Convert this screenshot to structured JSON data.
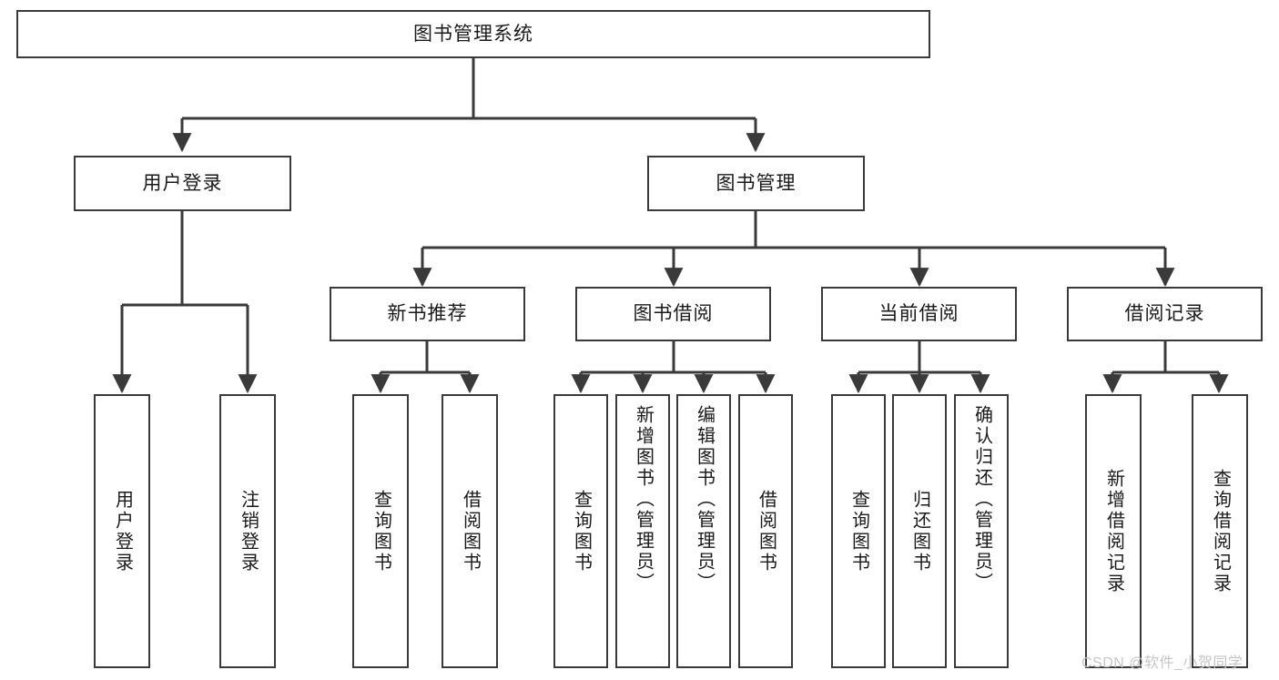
{
  "diagram": {
    "title": "图书管理系统",
    "watermark": "CSDN @软件_小贺同学",
    "line_color": "#3a3a3a",
    "box_border_color": "#3a3a3a",
    "box_fill_color": "#ffffff",
    "background_color": "#ffffff",
    "watermark_color": "#c6c6c6"
  },
  "nodes": {
    "root": {
      "label": "图书管理系统"
    },
    "level2": [
      {
        "label": "用户登录"
      },
      {
        "label": "图书管理"
      }
    ],
    "level3": [
      {
        "label": "新书推荐"
      },
      {
        "label": "图书借阅"
      },
      {
        "label": "当前借阅"
      },
      {
        "label": "借阅记录"
      }
    ],
    "leaves": {
      "user_login": [
        {
          "label": "用户登录"
        },
        {
          "label": "注销登录"
        }
      ],
      "new_book_recommend": [
        {
          "label": "查询图书"
        },
        {
          "label": "借阅图书"
        }
      ],
      "book_borrow": [
        {
          "label": "查询图书"
        },
        {
          "label": "新增图书（管理员）"
        },
        {
          "label": "编辑图书（管理员）"
        },
        {
          "label": "借阅图书"
        }
      ],
      "current_borrow": [
        {
          "label": "查询图书"
        },
        {
          "label": "归还图书"
        },
        {
          "label": "确认归还（管理员）"
        }
      ],
      "borrow_record": [
        {
          "label": "新增借阅记录"
        },
        {
          "label": "查询借阅记录"
        }
      ]
    }
  }
}
